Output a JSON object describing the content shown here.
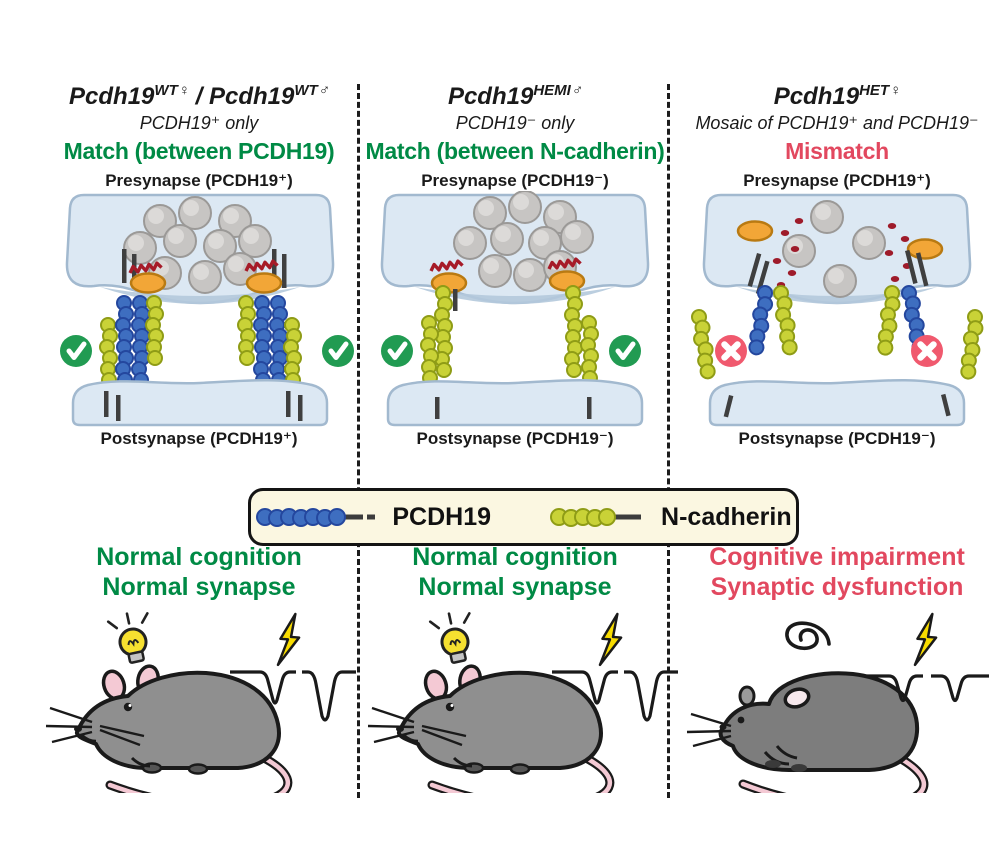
{
  "columns": [
    {
      "genotype": {
        "base1": "Pcdh19",
        "sup1": "WT♀",
        "separator": " / ",
        "base2": "Pcdh19",
        "sup2": "WT♂"
      },
      "expression": "PCDH19⁺ only",
      "match_label": "Match (between PCDH19)",
      "status": "match",
      "presynapse_label": "Presynapse (PCDH19⁺)",
      "postsynapse_label": "Postsynapse (PCDH19⁺)",
      "adhesion_icon": "check-circle-icon",
      "outcome_line1": "Normal cognition",
      "outcome_line2": "Normal synapse",
      "cognition_icon": "lightbulb-idea-icon",
      "stimulus_icon": "lightning-bolt-icon",
      "trace_type": "normal paired-pulse response"
    },
    {
      "genotype": {
        "base1": "Pcdh19",
        "sup1": "HEMI♂"
      },
      "expression": "PCDH19⁻ only",
      "match_label": "Match (between N-cadherin)",
      "status": "match",
      "presynapse_label": "Presynapse (PCDH19⁻)",
      "postsynapse_label": "Postsynapse (PCDH19⁻)",
      "adhesion_icon": "check-circle-icon",
      "outcome_line1": "Normal cognition",
      "outcome_line2": "Normal synapse",
      "cognition_icon": "lightbulb-idea-icon",
      "stimulus_icon": "lightning-bolt-icon",
      "trace_type": "normal paired-pulse response"
    },
    {
      "genotype": {
        "base1": "Pcdh19",
        "sup1": "HET♀"
      },
      "expression": "Mosaic of PCDH19⁺ and PCDH19⁻",
      "match_label": "Mismatch",
      "status": "mismatch",
      "presynapse_label": "Presynapse (PCDH19⁺)",
      "postsynapse_label": "Postsynapse (PCDH19⁻)",
      "adhesion_icon": "cross-circle-icon",
      "outcome_line1": "Cognitive impairment",
      "outcome_line2": "Synaptic dysfunction",
      "cognition_icon": "dizzy-spiral-icon",
      "stimulus_icon": "lightning-bolt-icon",
      "trace_type": "reduced paired-pulse response"
    }
  ],
  "legend": {
    "items": [
      {
        "label": "PCDH19",
        "icon": "blue-bead-chain-icon"
      },
      {
        "label": "N-cadherin",
        "icon": "yellow-bead-chain-icon"
      }
    ]
  },
  "colors": {
    "match_green": "#008A45",
    "mismatch_red": "#E2485F",
    "check_green": "#219B52",
    "cross_red": "#F0596E",
    "pcdh19_blue": "#3E6EC0",
    "ncadherin_yellow": "#C9D237",
    "membrane_blue": "#DCE8F3",
    "vesicle_gray": "#C7C5C3",
    "active_zone_orange": "#F2A637",
    "legend_bg": "#FBF7E1",
    "mouse_gray": "#8F8F8F",
    "bolt_yellow": "#F8DC00"
  }
}
